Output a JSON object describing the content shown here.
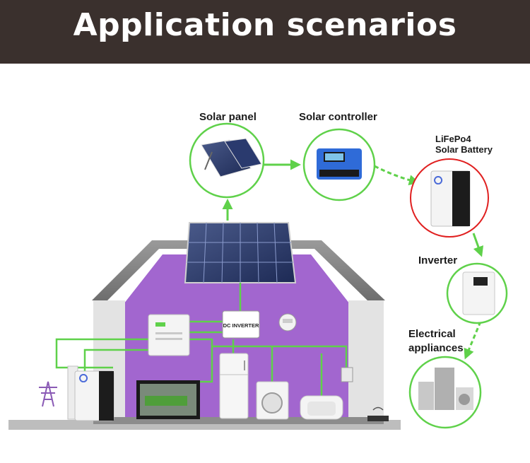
{
  "header": {
    "title": "Application scenarios"
  },
  "labels": {
    "solar_panel": "Solar panel",
    "solar_controller": "Solar controller",
    "battery_line1": "LiFePo4",
    "battery_line2": "Solar Battery",
    "inverter": "Inverter",
    "appliances_line1": "Electrical",
    "appliances_line2": "appliances",
    "dc_inverter": "DC INVERTER"
  },
  "colors": {
    "banner": "#3a302d",
    "flow_green": "#5fd14a",
    "house_purple": "#a266cf",
    "battery_highlight": "#e02020"
  }
}
